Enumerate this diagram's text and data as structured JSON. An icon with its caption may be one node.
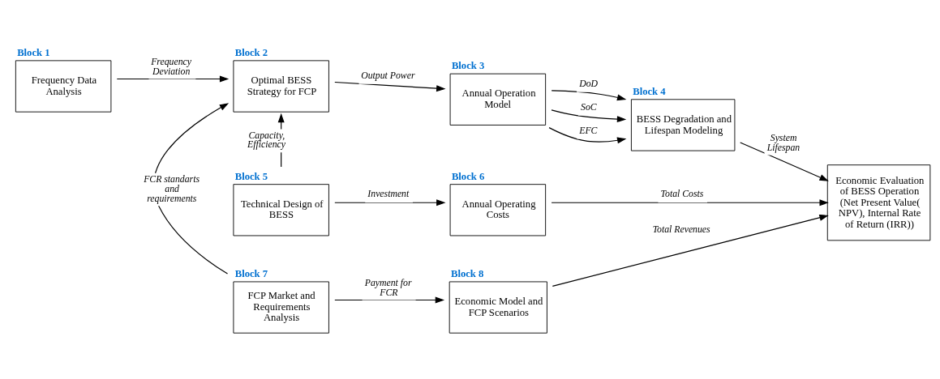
{
  "diagram": {
    "nodes": [
      {
        "text": [
          "Block 1",
          "Frequency Data Analysis"
        ]
      },
      {
        "text": [
          "Block 2",
          "Optimal BESS Strategy for FCP"
        ]
      },
      {
        "text": [
          "Block 3",
          "Annual Operation Model"
        ]
      },
      {
        "text": [
          "Block 4",
          "BESS Degradation and Lifespan Modeling"
        ]
      },
      {
        "text": [
          "Block 5",
          "Technical Design of BESS"
        ]
      },
      {
        "text": [
          "Block 6",
          "Annual Operating Costs"
        ]
      },
      {
        "text": [
          "Block 7",
          "FCP Market and Requirements Analysis"
        ]
      },
      {
        "text": [
          "Block 8",
          "Economic Model and FCP Scenarios"
        ]
      },
      {
        "text": [
          "Economic Evaluation of BESS Operation (Net Present Value( NPV), Internal Rate of Return (IRR))"
        ]
      }
    ],
    "edges": [
      {
        "from": 0,
        "to": 1,
        "arrow": "to",
        "label": "Frequency Deviation"
      },
      {
        "from": 6,
        "to": 1,
        "arrow": "to",
        "label": "FCR standarts and requirements"
      },
      {
        "from": 1,
        "to": 2,
        "arrow": "to",
        "label": "Output Power"
      },
      {
        "from": 2,
        "to": 3,
        "arrow": "to",
        "label": "DoD"
      },
      {
        "from": 2,
        "to": 3,
        "arrow": "to",
        "label": "SoC"
      },
      {
        "from": 2,
        "to": 3,
        "arrow": "to",
        "label": "EFC"
      },
      {
        "from": 4,
        "to": 1,
        "arrow": "to",
        "label": "Capacity, Efficiency"
      },
      {
        "from": 4,
        "to": 5,
        "arrow": "to",
        "label": "Investment"
      },
      {
        "from": 3,
        "to": 8,
        "arrow": "to",
        "label": "System Lifespan"
      },
      {
        "from": 5,
        "to": 8,
        "arrow": "to",
        "label": "Total Costs"
      },
      {
        "from": 6,
        "to": 7,
        "arrow": "to",
        "label": "Payment for FCR"
      },
      {
        "from": 7,
        "to": 8,
        "arrow": "to",
        "label": "Total Revenues"
      }
    ]
  }
}
